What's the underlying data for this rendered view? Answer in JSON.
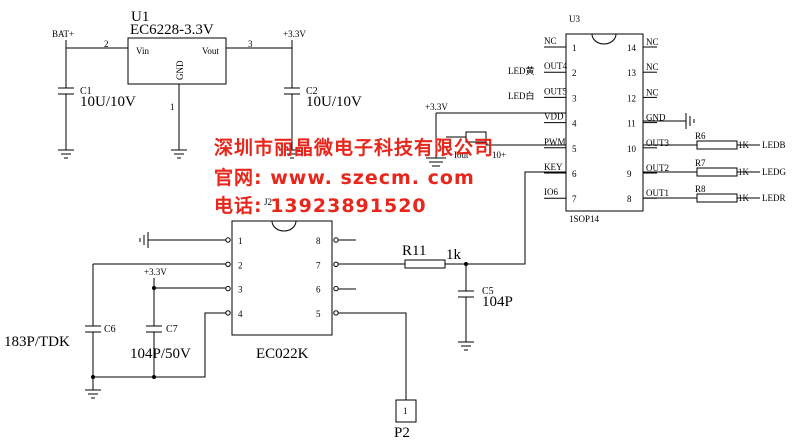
{
  "u1": {
    "ref": "U1",
    "part": "EC6228-3.3V",
    "vin": "Vin",
    "vout": "Vout",
    "gnd": "GND",
    "pin_vin": "2",
    "pin_vout": "3",
    "pin_gnd": "1"
  },
  "bat": "BAT+",
  "rail": "+3.3V",
  "c1": {
    "ref": "C1",
    "value": "10U/10V"
  },
  "c2": {
    "ref": "C2",
    "value": "10U/10V"
  },
  "u3": {
    "ref": "U3",
    "package": "1SOP14",
    "left": [
      {
        "num": "1",
        "name": "NC"
      },
      {
        "num": "2",
        "name": "OUT4"
      },
      {
        "num": "3",
        "name": "OUT5"
      },
      {
        "num": "4",
        "name": "VDD"
      },
      {
        "num": "5",
        "name": "PWM"
      },
      {
        "num": "6",
        "name": "KEY"
      },
      {
        "num": "7",
        "name": "IO6"
      }
    ],
    "right": [
      {
        "num": "14",
        "name": "NC"
      },
      {
        "num": "13",
        "name": "NC"
      },
      {
        "num": "12",
        "name": "NC"
      },
      {
        "num": "11",
        "name": "GND"
      },
      {
        "num": "10",
        "name": "OUT3"
      },
      {
        "num": "9",
        "name": "OUT2"
      },
      {
        "num": "8",
        "name": "OUT1"
      }
    ]
  },
  "leds_left": [
    "LED黄",
    "LED白"
  ],
  "r6": {
    "ref": "R6",
    "value": "1K",
    "net": "LEDB"
  },
  "r7": {
    "ref": "R7",
    "value": "1K",
    "net": "LEDG"
  },
  "r8": {
    "ref": "R8",
    "value": "1K",
    "net": "LEDR"
  },
  "small_labels": {
    "a": "Iout",
    "b": "10+"
  },
  "ec022k": {
    "ref": "J2",
    "part": "EC022K",
    "left_pins": [
      "1",
      "2",
      "3",
      "4"
    ],
    "right_pins": [
      "8",
      "7",
      "6",
      "5"
    ]
  },
  "r11": {
    "ref": "R11",
    "value": "1k"
  },
  "c5": {
    "ref": "C5",
    "value": "104P"
  },
  "c6": {
    "ref": "C6",
    "value": "183P/TDK"
  },
  "c7": {
    "ref": "C7",
    "value": "104P/50V"
  },
  "p2": {
    "ref": "P2",
    "pin": "1"
  },
  "watermark": {
    "company": "深圳市丽晶微电子科技有限公司",
    "website": "官网: www. szecm. com",
    "phone": "电话: 13923891520"
  }
}
